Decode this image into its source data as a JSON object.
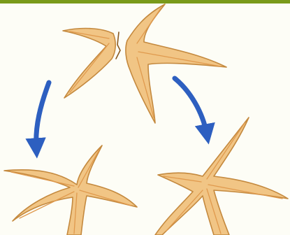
{
  "diagram": {
    "description_label": "",
    "colors": {
      "background": "#fdfdf6",
      "top_band": "#7a9a1a",
      "starfish_fill": "#f1c585",
      "starfish_edge": "#c4893e",
      "starfish_groove": "#e09a4e",
      "arrow": "#2d5fc0"
    },
    "nodes": [
      {
        "id": "split-starfish",
        "label": ""
      },
      {
        "id": "regenerated-starfish-left",
        "label": ""
      },
      {
        "id": "regenerated-starfish-right",
        "label": ""
      }
    ],
    "edges": [
      {
        "from": "split-starfish",
        "to": "regenerated-starfish-left",
        "icon": "curved-arrow-icon"
      },
      {
        "from": "split-starfish",
        "to": "regenerated-starfish-right",
        "icon": "curved-arrow-icon"
      }
    ]
  }
}
